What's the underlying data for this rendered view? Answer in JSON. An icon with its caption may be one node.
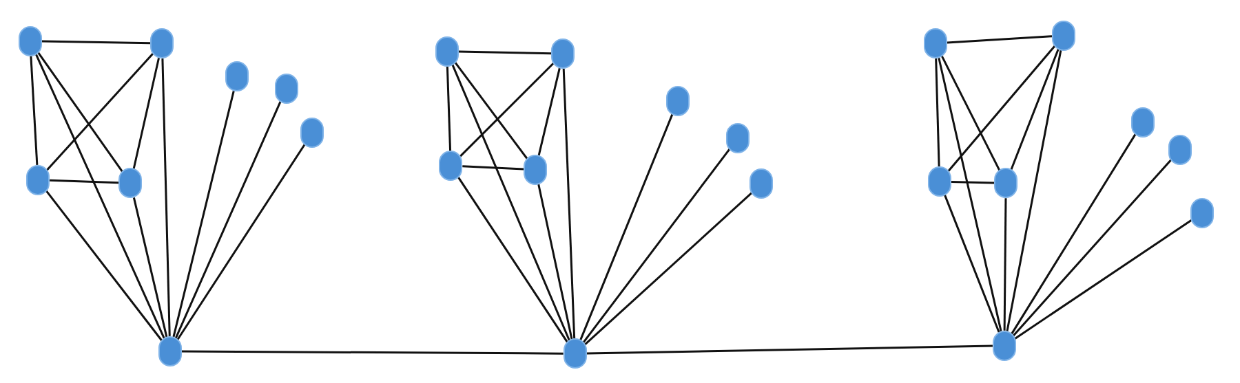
{
  "diagram": {
    "nodes": [
      {
        "text": [],
        "shape": "circle"
      },
      {
        "text": [],
        "shape": "circle"
      },
      {
        "text": [],
        "shape": "circle"
      },
      {
        "text": [],
        "shape": "circle"
      },
      {
        "text": [],
        "shape": "circle"
      },
      {
        "text": [],
        "shape": "circle"
      },
      {
        "text": [],
        "shape": "circle"
      },
      {
        "text": [],
        "shape": "circle"
      },
      {
        "text": [],
        "shape": "circle"
      },
      {
        "text": [],
        "shape": "circle"
      },
      {
        "text": [],
        "shape": "circle"
      },
      {
        "text": [],
        "shape": "circle"
      },
      {
        "text": [],
        "shape": "circle"
      },
      {
        "text": [],
        "shape": "circle"
      },
      {
        "text": [],
        "shape": "circle"
      },
      {
        "text": [],
        "shape": "circle"
      },
      {
        "text": [],
        "shape": "circle"
      },
      {
        "text": [],
        "shape": "circle"
      },
      {
        "text": [],
        "shape": "circle"
      },
      {
        "text": [],
        "shape": "circle"
      },
      {
        "text": [],
        "shape": "circle"
      },
      {
        "text": [],
        "shape": "circle"
      },
      {
        "text": [],
        "shape": "circle"
      },
      {
        "text": [],
        "shape": "circle"
      }
    ],
    "edges": [
      {
        "from": 0,
        "to": 1,
        "arrow": "none"
      },
      {
        "from": 0,
        "to": 2,
        "arrow": "none"
      },
      {
        "from": 0,
        "to": 3,
        "arrow": "none"
      },
      {
        "from": 1,
        "to": 2,
        "arrow": "none"
      },
      {
        "from": 1,
        "to": 3,
        "arrow": "none"
      },
      {
        "from": 2,
        "to": 3,
        "arrow": "none"
      },
      {
        "from": 0,
        "to": 7,
        "arrow": "none"
      },
      {
        "from": 1,
        "to": 7,
        "arrow": "none"
      },
      {
        "from": 2,
        "to": 7,
        "arrow": "none"
      },
      {
        "from": 3,
        "to": 7,
        "arrow": "none"
      },
      {
        "from": 4,
        "to": 7,
        "arrow": "none"
      },
      {
        "from": 5,
        "to": 7,
        "arrow": "none"
      },
      {
        "from": 6,
        "to": 7,
        "arrow": "none"
      },
      {
        "from": 8,
        "to": 9,
        "arrow": "none"
      },
      {
        "from": 8,
        "to": 10,
        "arrow": "none"
      },
      {
        "from": 8,
        "to": 11,
        "arrow": "none"
      },
      {
        "from": 9,
        "to": 10,
        "arrow": "none"
      },
      {
        "from": 9,
        "to": 11,
        "arrow": "none"
      },
      {
        "from": 10,
        "to": 11,
        "arrow": "none"
      },
      {
        "from": 8,
        "to": 15,
        "arrow": "none"
      },
      {
        "from": 9,
        "to": 15,
        "arrow": "none"
      },
      {
        "from": 10,
        "to": 15,
        "arrow": "none"
      },
      {
        "from": 11,
        "to": 15,
        "arrow": "none"
      },
      {
        "from": 12,
        "to": 15,
        "arrow": "none"
      },
      {
        "from": 13,
        "to": 15,
        "arrow": "none"
      },
      {
        "from": 14,
        "to": 15,
        "arrow": "none"
      },
      {
        "from": 16,
        "to": 17,
        "arrow": "none"
      },
      {
        "from": 16,
        "to": 18,
        "arrow": "none"
      },
      {
        "from": 16,
        "to": 19,
        "arrow": "none"
      },
      {
        "from": 17,
        "to": 18,
        "arrow": "none"
      },
      {
        "from": 17,
        "to": 19,
        "arrow": "none"
      },
      {
        "from": 18,
        "to": 19,
        "arrow": "none"
      },
      {
        "from": 16,
        "to": 23,
        "arrow": "none"
      },
      {
        "from": 17,
        "to": 23,
        "arrow": "none"
      },
      {
        "from": 18,
        "to": 23,
        "arrow": "none"
      },
      {
        "from": 19,
        "to": 23,
        "arrow": "none"
      },
      {
        "from": 20,
        "to": 23,
        "arrow": "none"
      },
      {
        "from": 21,
        "to": 23,
        "arrow": "none"
      },
      {
        "from": 22,
        "to": 23,
        "arrow": "none"
      },
      {
        "from": 7,
        "to": 15,
        "arrow": "none"
      },
      {
        "from": 15,
        "to": 23,
        "arrow": "none"
      }
    ]
  }
}
